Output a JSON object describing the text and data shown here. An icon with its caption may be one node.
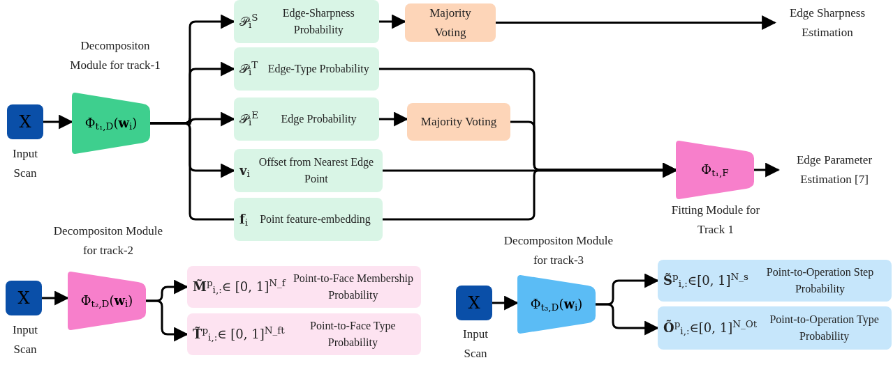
{
  "diagram": {
    "nodes": [
      {
        "text": [
          "X"
        ],
        "beside": [
          "Input Scan"
        ]
      },
      {
        "text": [
          "Φ$_{t₁,D}$(**w**$_{i}$)"
        ],
        "beside": [
          "Decompositon Module for track-1"
        ]
      },
      {
        "text": [
          "𝒫$_{i}$$^{S}$",
          "Edge-Sharpness Probability"
        ]
      },
      {
        "text": [
          "Majority Voting"
        ]
      },
      {
        "text": [
          "Edge Sharpness Estimation"
        ]
      },
      {
        "text": [
          "𝒫$_{i}$$^{T}$",
          "Edge-Type Probability"
        ]
      },
      {
        "text": [
          "𝒫$_{i}$$^{E}$",
          "Edge Probability"
        ]
      },
      {
        "text": [
          "Majority Voting"
        ]
      },
      {
        "text": [
          "**v**$_{i}$",
          "Offset from Nearest Edge Point"
        ]
      },
      {
        "text": [
          "**f**$_{i}$",
          "Point feature-embedding"
        ]
      },
      {
        "text": [
          "Φ$_{t₁,F}$"
        ],
        "beside": [
          "Fitting Module for Track 1"
        ]
      },
      {
        "text": [
          "Edge Parameter Estimation [7]"
        ]
      },
      {
        "text": [
          "X"
        ],
        "beside": [
          "Input Scan"
        ]
      },
      {
        "text": [
          "Φ$_{t₂,D}$(**w**$_{i}$)"
        ],
        "beside": [
          "Decompositon Module for track-2"
        ]
      },
      {
        "text": [
          "**M̃**$^{p}$$_{i,:}$∈ [0, 1]$^{N_f}$",
          "Point-to-Face Membership Probability"
        ]
      },
      {
        "text": [
          "**T̃**$^{p}$$_{i,:}$∈ [0, 1]$^{N_ft}$",
          "Point-to-Face Type Probability"
        ]
      },
      {
        "text": [
          "X"
        ],
        "beside": [
          "Input Scan"
        ]
      },
      {
        "text": [
          "Φ$_{t₃,D}$(**w**$_{i}$)"
        ],
        "beside": [
          "Decompositon Module for track-3"
        ]
      },
      {
        "text": [
          "**S̃**$^{p}$$_{i,:}$∈[0, 1]$^{N_s}$",
          "Point-to-Operation Step Probability"
        ]
      },
      {
        "text": [
          "**Õ**$^{p}$$_{i,:}$∈[0, 1]$^{N_Ot}$",
          "Point-to-Operation Type Probability"
        ]
      }
    ],
    "edges": [
      {
        "from": 0,
        "to": 1,
        "arrow": "to"
      },
      {
        "from": 1,
        "to": 2,
        "arrow": "to"
      },
      {
        "from": 1,
        "to": 5,
        "arrow": "to"
      },
      {
        "from": 1,
        "to": 6,
        "arrow": "to"
      },
      {
        "from": 1,
        "to": 8,
        "arrow": "to"
      },
      {
        "from": 1,
        "to": 9,
        "arrow": "none"
      },
      {
        "from": 2,
        "to": 3,
        "arrow": "to"
      },
      {
        "from": 3,
        "to": 4,
        "arrow": "to"
      },
      {
        "from": 6,
        "to": 7,
        "arrow": "to"
      },
      {
        "from": 5,
        "to": 10,
        "arrow": "to"
      },
      {
        "from": 7,
        "to": 10,
        "arrow": "to"
      },
      {
        "from": 8,
        "to": 10,
        "arrow": "to"
      },
      {
        "from": 9,
        "to": 10,
        "arrow": "to"
      },
      {
        "from": 10,
        "to": 11,
        "arrow": "to"
      },
      {
        "from": 12,
        "to": 13,
        "arrow": "to"
      },
      {
        "from": 13,
        "to": 14,
        "arrow": "to"
      },
      {
        "from": 13,
        "to": 15,
        "arrow": "to"
      },
      {
        "from": 16,
        "to": 17,
        "arrow": "to"
      },
      {
        "from": 17,
        "to": 18,
        "arrow": "to"
      },
      {
        "from": 17,
        "to": 19,
        "arrow": "to"
      }
    ]
  }
}
